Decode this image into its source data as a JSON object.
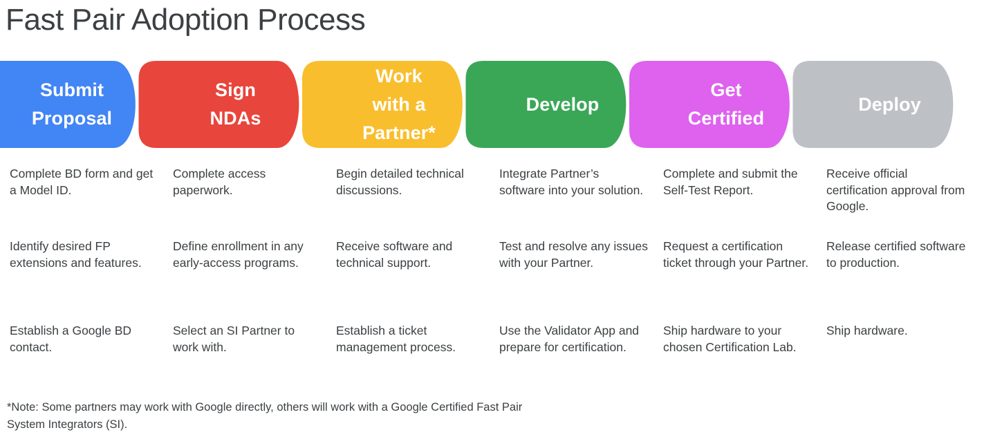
{
  "page": {
    "title": "Fast Pair Adoption Process"
  },
  "colors": {
    "blue": "#4285F4",
    "red": "#E8453C",
    "yellow": "#F9BE2D",
    "green": "#3AA757",
    "magenta": "#DE62EE",
    "gray": "#BDC1C6",
    "text": "#3C4043",
    "banner_text": "#FFFFFF",
    "background": "#FFFFFF"
  },
  "process": {
    "steps": [
      {
        "id": "submit-proposal",
        "label_lines": [
          "Submit",
          "Proposal"
        ],
        "color": "#4285F4",
        "details": [
          "Complete BD form and get a Model ID.",
          "Identify desired FP extensions and features.",
          "Establish a Google BD contact."
        ]
      },
      {
        "id": "sign-ndas",
        "label_lines": [
          "Sign",
          "NDAs"
        ],
        "color": "#E8453C",
        "details": [
          "Complete access paperwork.",
          "Define enrollment in any early-access programs.",
          "Select an SI Partner to work with."
        ]
      },
      {
        "id": "work-with-a-partner",
        "label_lines": [
          "Work",
          "with a",
          "Partner*"
        ],
        "color": "#F9BE2D",
        "details": [
          "Begin detailed technical discussions.",
          "Receive software and technical support.",
          "Establish a ticket management process."
        ]
      },
      {
        "id": "develop",
        "label_lines": [
          "Develop"
        ],
        "color": "#3AA757",
        "details": [
          "Integrate Partner’s software into your solution.",
          "Test and resolve any issues with your Partner.",
          "Use the Validator App and prepare for certification."
        ]
      },
      {
        "id": "get-certified",
        "label_lines": [
          "Get",
          "Certified"
        ],
        "color": "#DE62EE",
        "details": [
          "Complete and submit the Self-Test Report.",
          "Request a certification ticket through your Partner.",
          "Ship hardware to your chosen Certification Lab."
        ]
      },
      {
        "id": "deploy",
        "label_lines": [
          "Deploy"
        ],
        "color": "#BDC1C6",
        "details": [
          "Receive official certification approval from Google.",
          "Release certified software to production.",
          "Ship hardware."
        ]
      }
    ]
  },
  "footnote": {
    "text": "*Note: Some partners may work with Google directly, others will work with a Google Certified Fast Pair System Integrators (SI)."
  }
}
